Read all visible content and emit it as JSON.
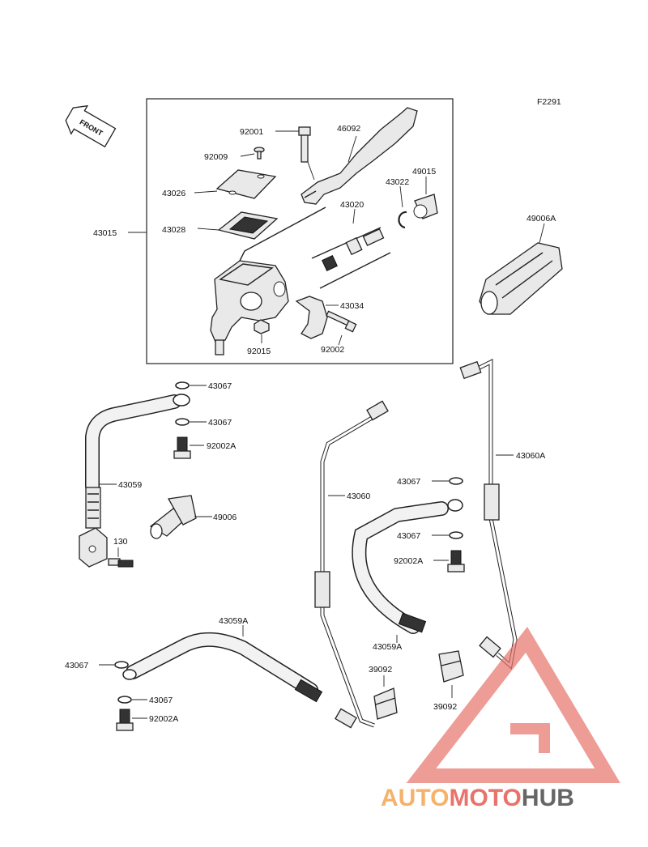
{
  "figure_code": "F2291",
  "front_arrow_text": "FRONT",
  "parts": {
    "p43015": "43015",
    "p92001": "92001",
    "p46092": "46092",
    "p92009": "92009",
    "p43026": "43026",
    "p43028": "43028",
    "p43020": "43020",
    "p43022": "43022",
    "p49015": "49015",
    "p43034": "43034",
    "p92015": "92015",
    "p92002": "92002",
    "p49006A": "49006A",
    "p43067_1": "43067",
    "p43067_2": "43067",
    "p92002A_1": "92002A",
    "p43059": "43059",
    "p49006": "49006",
    "p130": "130",
    "p43060": "43060",
    "p43067_3": "43067",
    "p43067_4": "43067",
    "p92002A_2": "92002A",
    "p43059A_1": "43059A",
    "p39092_1": "39092",
    "p43060A": "43060A",
    "p39092_2": "39092",
    "p43059A_2": "43059A",
    "p43067_5": "43067",
    "p43067_6": "43067",
    "p92002A_3": "92002A"
  },
  "watermark": {
    "part1": "AUTO",
    "part2": "MOTO",
    "part3": "HUB",
    "color1": "#f6b26b",
    "color2": "#e8736b",
    "color3": "#666666"
  }
}
